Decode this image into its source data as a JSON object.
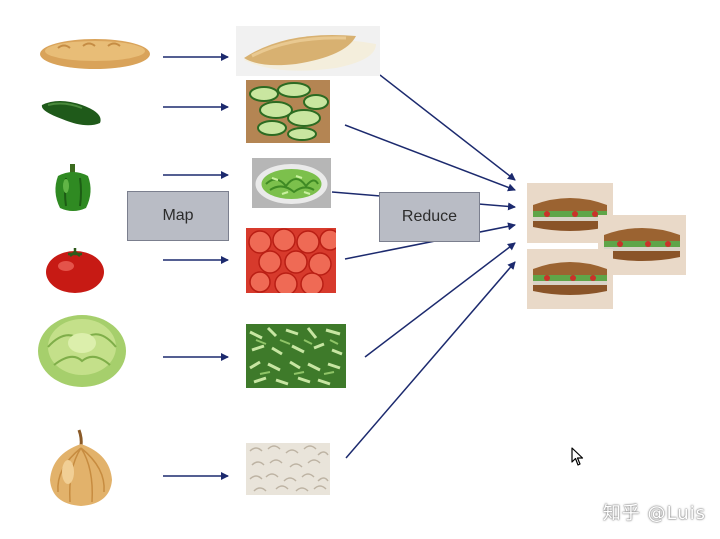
{
  "diagram": {
    "map_label": "Map",
    "reduce_label": "Reduce",
    "ingredients": [
      "bread",
      "cucumber",
      "pepper",
      "tomato",
      "lettuce",
      "onion"
    ],
    "processed": [
      "sliced-bread",
      "sliced-cucumber",
      "chopped-pepper",
      "sliced-tomato",
      "chopped-lettuce",
      "chopped-onion"
    ],
    "result": "sandwiches",
    "arrow_color": "#1c2a6e"
  },
  "watermark": {
    "text": "知乎 @Luis"
  }
}
